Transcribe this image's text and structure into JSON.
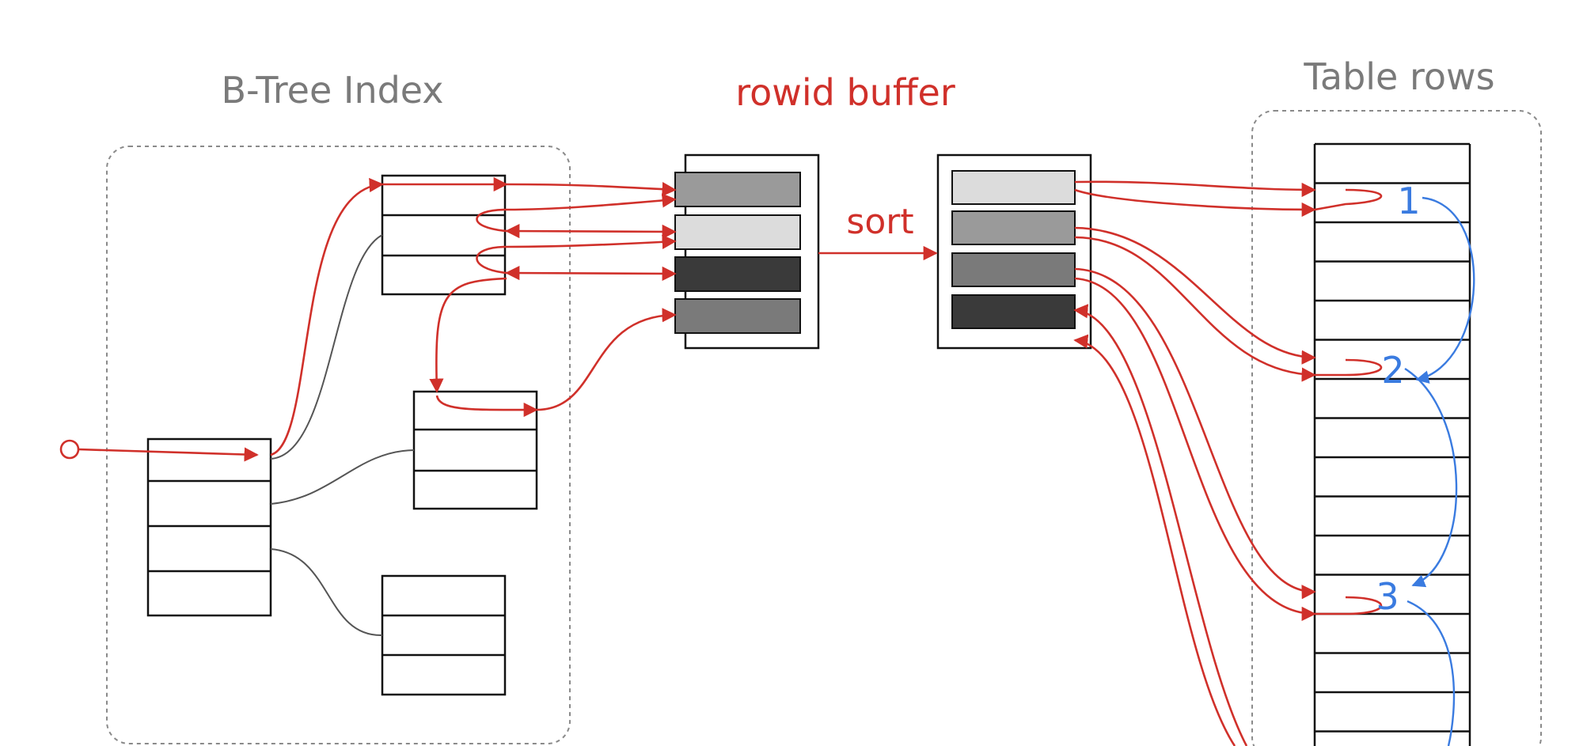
{
  "labels": {
    "btree_title": "B-Tree Index",
    "buffer_title": "rowid buffer",
    "table_title": "Table rows",
    "sort": "sort"
  },
  "fetch_order": [
    "1",
    "2",
    "3"
  ],
  "colors": {
    "red": "#d0302a",
    "blue": "#3a7be0",
    "gray_label": "#7a7a7a",
    "slot_shades": [
      "#9a9a9a",
      "#dcdcdc",
      "#3a3a3a",
      "#7a7a7a"
    ],
    "sorted_slot_shades": [
      "#dcdcdc",
      "#9a9a9a",
      "#7a7a7a",
      "#3a3a3a"
    ]
  }
}
